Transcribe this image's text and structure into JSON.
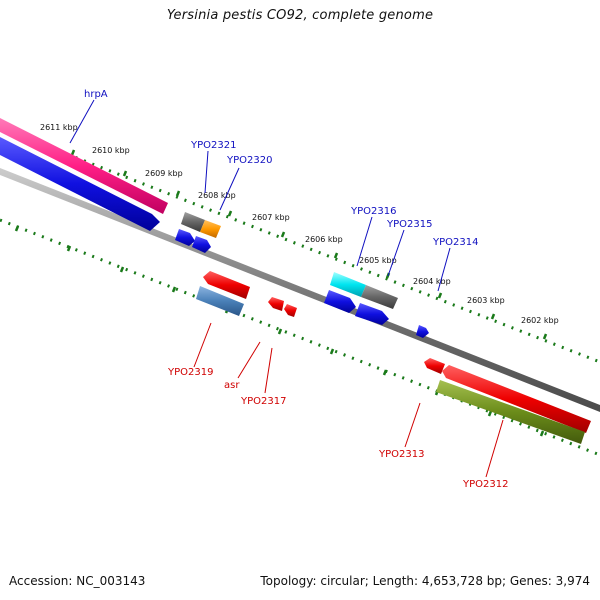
{
  "title": "Yersinia pestis CO92, complete genome",
  "footer": {
    "accession": "Accession: NC_003143",
    "summary": "Topology: circular; Length: 4,653,728 bp; Genes: 3,974"
  },
  "ticks": [
    "2611 kbp",
    "2610 kbp",
    "2609 kbp",
    "2608 kbp",
    "2607 kbp",
    "2606 kbp",
    "2605 kbp",
    "2604 kbp",
    "2603 kbp",
    "2602 kbp"
  ],
  "genes_top": [
    "hrpA",
    "YPO2321",
    "YPO2320",
    "YPO2316",
    "YPO2315",
    "YPO2314"
  ],
  "genes_bottom": [
    "YPO2319",
    "asr",
    "YPO2317",
    "YPO2313",
    "YPO2312"
  ],
  "colors": {
    "forward_label": "#1010c0",
    "reverse_label": "#d00000",
    "backbone": "#808080",
    "tick": "#1a7a1a",
    "hrpA": "#ff2a8a",
    "blue_gene": "#1010e0",
    "red_gene": "#ee0000",
    "grey_gene": "#666666",
    "orange_gene": "#ff9900",
    "cyan_gene": "#00e5f0",
    "steelblue_gene": "#4a80b8",
    "olive_gene": "#6b8c1a"
  }
}
